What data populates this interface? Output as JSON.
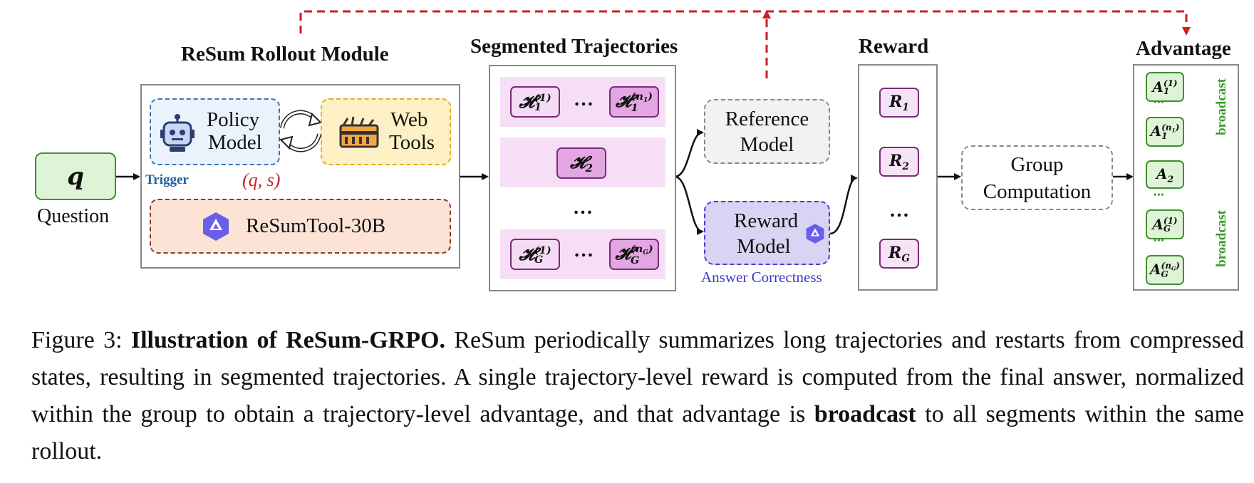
{
  "colors": {
    "green": "#3f8f2f",
    "red_arrow": "#cc1f1f",
    "blue_trigger": "#1f5f9a",
    "purple": "#7a2a7a",
    "violet_text": "#3a3ac8"
  },
  "question": {
    "symbol": "q",
    "label": "Question"
  },
  "rollout": {
    "title": "ReSum Rollout Module",
    "policy_line1": "Policy",
    "policy_line2": "Model",
    "web_line1": "Web",
    "web_line2": "Tools",
    "trigger": "Trigger",
    "qs": "(q, s)",
    "resum_tool": "ReSumTool-30B",
    "icons": [
      "robot-icon",
      "cycle-arrows-icon",
      "toolbox-icon",
      "qwen-logo-icon"
    ]
  },
  "segmented": {
    "title": "Segmented Trajectories",
    "h": "𝓗",
    "row1_left_sub": "1",
    "row1_left_sup": "(1)",
    "row1_right_sub": "1",
    "row1_right_sup": "(n",
    "row1_right_sup_sub": "1",
    "row1_right_sup_close": ")",
    "row2_sub": "2",
    "rowg_left_sub": "G",
    "rowg_left_sup": "(1)",
    "rowg_right_sub": "G",
    "rowg_right_sup": "(n",
    "rowg_right_sup_sub": "G",
    "rowg_right_sup_close": ")",
    "ellipsis": "…",
    "vertical_ellipsis": "…"
  },
  "reference": {
    "line1": "Reference",
    "line2": "Model"
  },
  "reward_model": {
    "line1": "Reward",
    "line2": "Model",
    "note": "Answer Correctness"
  },
  "reward": {
    "title": "Reward",
    "r": "R",
    "r1": "1",
    "r2": "2",
    "rg": "G",
    "ellipsis": "…"
  },
  "group": {
    "line1": "Group",
    "line2": "Computation"
  },
  "advantage": {
    "title": "Advantage",
    "a": "A",
    "a1_sub": "1",
    "a1_sup": "(1)",
    "an_sub": "1",
    "an_sup": "(n",
    "an_sup_sub": "1",
    "an_sup_close": ")",
    "a2_sub": "2",
    "ag_sub": "G",
    "ag_sup": "(1)",
    "agn_sub": "G",
    "agn_sup": "(n",
    "agn_sup_sub": "G",
    "agn_sup_close": ")",
    "dots": "•••",
    "broadcast": "broadcast"
  },
  "caption": {
    "prefix": "Figure 3: ",
    "bold_title": "Illustration of ReSum-GRPO.",
    "part1": " ReSum periodically summarizes long trajectories and restarts from compressed states, resulting in segmented trajectories. A single trajectory-level reward is computed from the final answer, normalized within the group to obtain a trajectory-level advantage, and that advantage is ",
    "bold_word": "broadcast",
    "part2": " to all segments within the same rollout."
  }
}
